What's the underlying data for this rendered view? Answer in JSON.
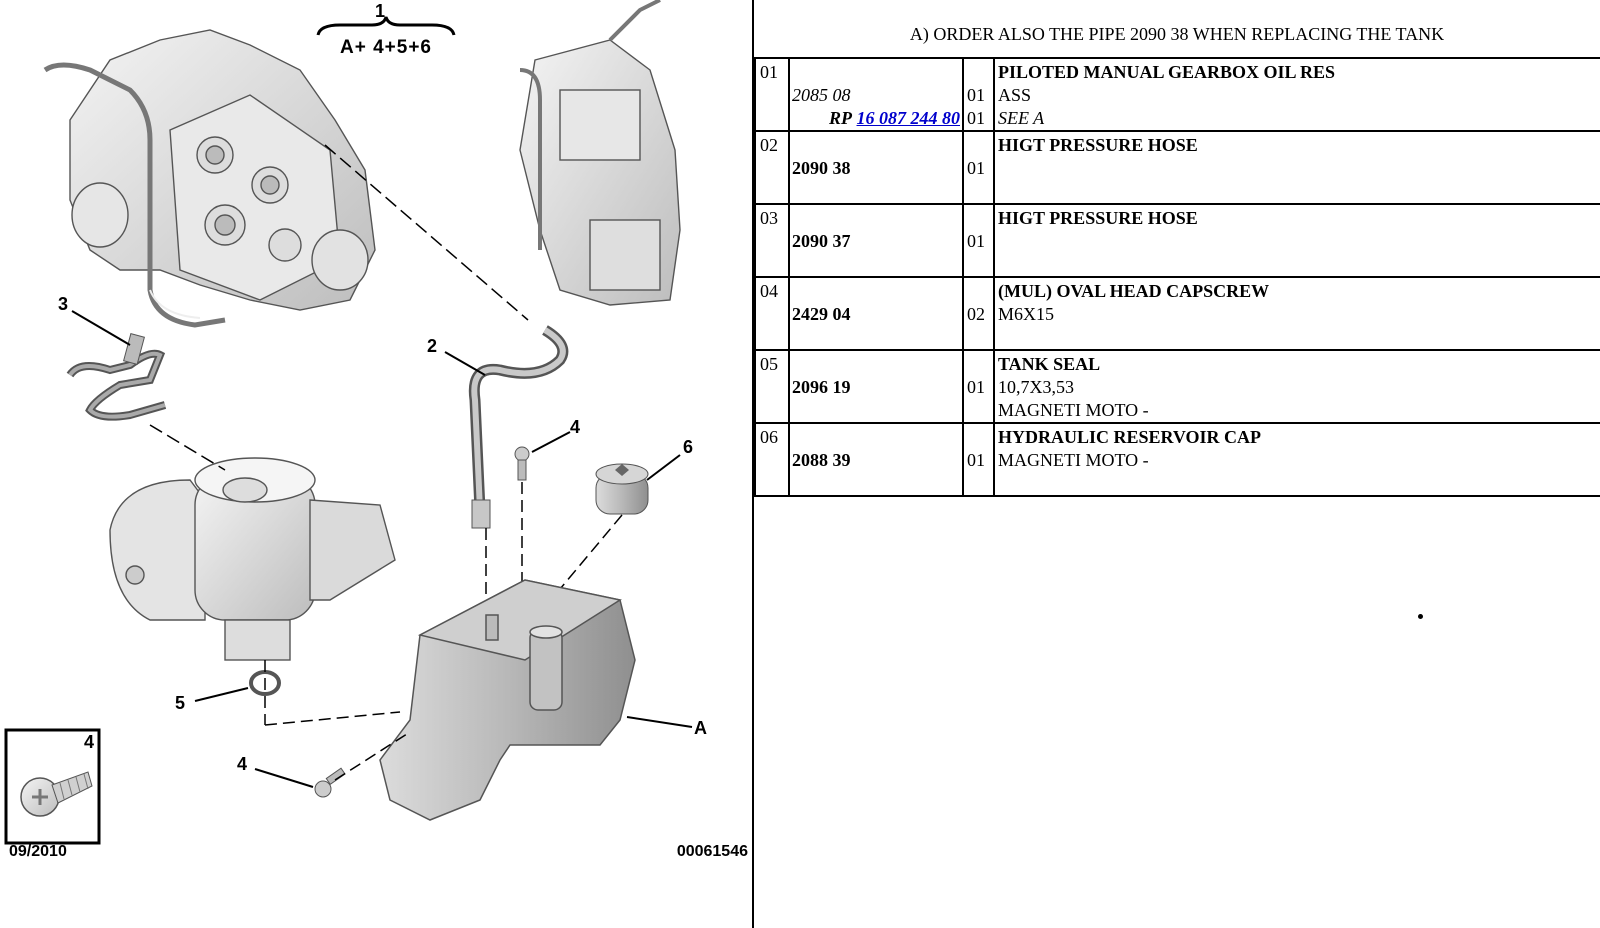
{
  "diagram": {
    "group_number": "1",
    "group_formula": "A+ 4+5+6",
    "callouts": [
      "2",
      "3",
      "4",
      "4",
      "4",
      "5",
      "6",
      "A"
    ],
    "inset_number": "4",
    "date": "09/2010",
    "ref_code": "00061546"
  },
  "note": "A) ORDER ALSO THE PIPE 2090 38 WHEN REPLACING THE TANK",
  "parts": [
    {
      "no": "01",
      "title": "PILOTED MANUAL GEARBOX OIL RES",
      "ref": "2085 08",
      "qty": "01",
      "desc": "ASS",
      "rp_label": "RP",
      "rp_number": "16 087 244 80",
      "rp_qty": "01",
      "rp_desc": "SEE A"
    },
    {
      "no": "02",
      "title": "HIGT PRESSURE HOSE",
      "ref": "2090 38",
      "qty": "01",
      "desc": ""
    },
    {
      "no": "03",
      "title": "HIGT PRESSURE HOSE",
      "ref": "2090 37",
      "qty": "01",
      "desc": ""
    },
    {
      "no": "04",
      "title": "(MUL) OVAL HEAD CAPSCREW",
      "ref": "2429 04",
      "qty": "02",
      "desc": "M6X15"
    },
    {
      "no": "05",
      "title": "TANK SEAL",
      "ref": "2096 19",
      "qty": "01",
      "desc": "10,7X3,53",
      "desc2": "MAGNETI MOTO -"
    },
    {
      "no": "06",
      "title": "HYDRAULIC RESERVOIR CAP",
      "ref": "2088 39",
      "qty": "01",
      "desc": "MAGNETI MOTO -"
    }
  ]
}
